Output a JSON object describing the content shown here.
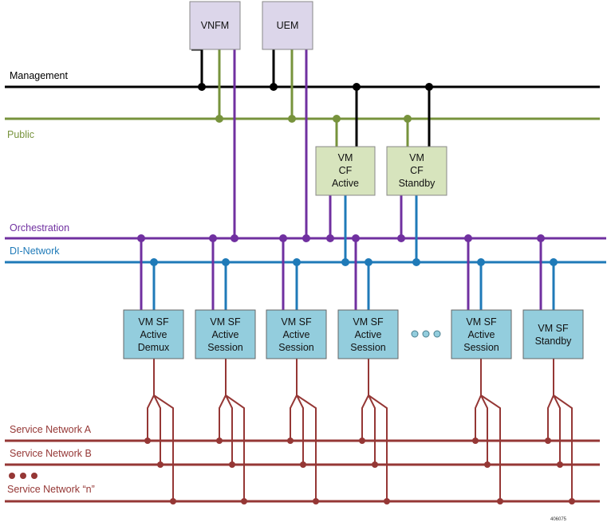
{
  "colors": {
    "management": "#000000",
    "public": "#77933c",
    "orchestration": "#7030a0",
    "di_network": "#1f7ab8",
    "service": "#953735",
    "mgmt_box_fill": "#dcd6ea",
    "cf_box_fill": "#d7e4bd",
    "sf_box_fill": "#93cddd"
  },
  "networks": {
    "management": "Management",
    "public": "Public",
    "orchestration": "Orchestration",
    "di_network": "DI-Network",
    "service_a": "Service Network A",
    "service_b": "Service Network B",
    "service_n": "Service Network “n”"
  },
  "mgmt_boxes": {
    "vnfm": [
      "VNFM"
    ],
    "uem": [
      "UEM"
    ]
  },
  "cf_boxes": {
    "cf_active": [
      "VM",
      "CF",
      "Active"
    ],
    "cf_standby": [
      "VM",
      "CF",
      "Standby"
    ]
  },
  "sf_boxes": {
    "sf1": [
      "VM SF",
      "Active",
      "Demux"
    ],
    "sf2": [
      "VM SF",
      "Active",
      "Session"
    ],
    "sf3": [
      "VM SF",
      "Active",
      "Session"
    ],
    "sf4": [
      "VM SF",
      "Active",
      "Session"
    ],
    "sf5": [
      "VM SF",
      "Active",
      "Session"
    ],
    "sf6": [
      "VM SF",
      "Standby"
    ]
  },
  "figure_id": "406075"
}
